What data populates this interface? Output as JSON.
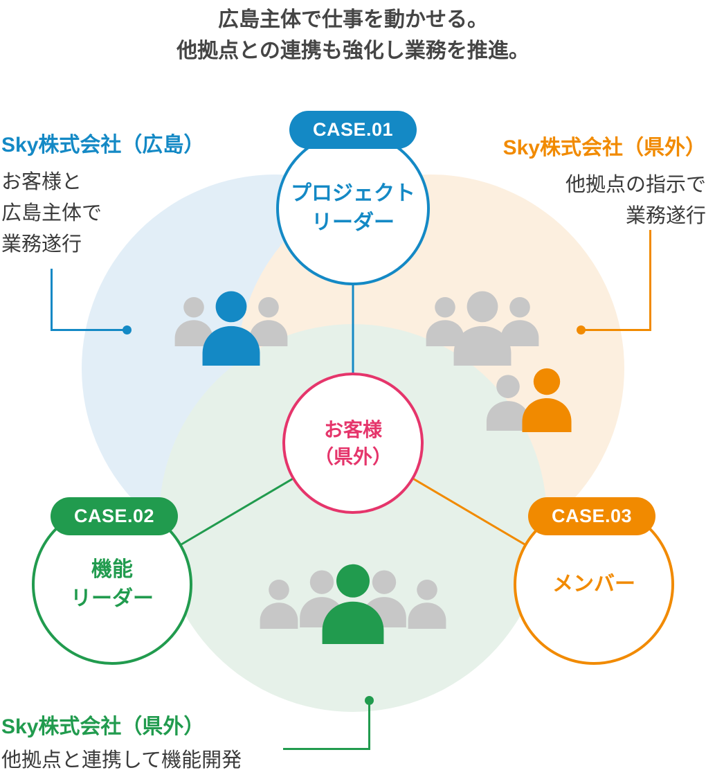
{
  "heading": {
    "line1": "広島主体で仕事を動かせる。",
    "line2": "他拠点との連携も強化し業務を推進。"
  },
  "cases": {
    "case1": {
      "badge": "CASE.01",
      "role_line1": "プロジェクト",
      "role_line2": "リーダー"
    },
    "case2": {
      "badge": "CASE.02",
      "role_line1": "機能",
      "role_line2": "リーダー"
    },
    "case3": {
      "badge": "CASE.03",
      "role": "メンバー"
    }
  },
  "center": {
    "line1": "お客様",
    "line2": "（県外）"
  },
  "annotations": {
    "hiroshima": {
      "title": "Sky株式会社（広島）",
      "desc_line1": "お客様と",
      "desc_line2": "広島主体で",
      "desc_line3": "業務遂行"
    },
    "kengai_right": {
      "title": "Sky株式会社（県外）",
      "desc_line1": "他拠点の指示で",
      "desc_line2": "業務遂行"
    },
    "kengai_bottom": {
      "title": "Sky株式会社（県外）",
      "desc": "他拠点と連携して機能開発"
    }
  },
  "icons": {
    "person": "person-silhouette"
  },
  "colors": {
    "blue": "#1489c5",
    "green": "#219b4e",
    "orange": "#f18a00",
    "pink": "#e5356b",
    "pastel_blue": "#e2eef7",
    "pastel_orange": "#fcefdf",
    "pastel_green": "#e6f1e9",
    "person_gray": "#c7c7c7",
    "text": "#3a3a3a"
  }
}
